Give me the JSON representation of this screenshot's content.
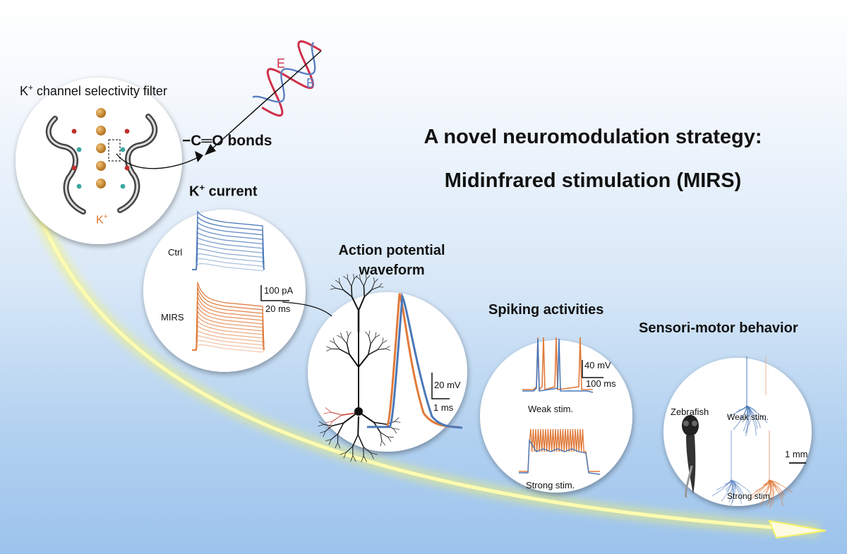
{
  "title": {
    "line1": "A novel neuromodulation strategy:",
    "line2": "Midinfrared stimulation (MIRS)"
  },
  "selectivity_filter": {
    "label_prefix": "K",
    "label_sup": "+",
    "label_suffix": " channel selectivity filter",
    "ion_label": "K",
    "ion_sup": "+"
  },
  "wave": {
    "e_label": "E",
    "b_label": "B"
  },
  "bond": {
    "label": "−C═O bonds"
  },
  "k_current": {
    "title_prefix": "K",
    "title_sup": "+",
    "title_suffix": " current",
    "ctrl_label": "Ctrl",
    "mirs_label": "MIRS",
    "scale_current": "100 pA",
    "scale_time": "20 ms"
  },
  "action_potential": {
    "title_line1": "Action potential",
    "title_line2": "waveform",
    "scale_voltage": "20 mV",
    "scale_time": "1 ms"
  },
  "spiking": {
    "title": "Spiking activities",
    "scale_voltage": "40 mV",
    "scale_time": "100 ms",
    "weak_label": "Weak stim.",
    "strong_label": "Strong stim."
  },
  "behavior": {
    "title": "Sensori-motor behavior",
    "zebrafish_label": "Zebrafish",
    "weak_label": "Weak stim.",
    "strong_label": "Strong stim.",
    "scale_length": "1 mm"
  },
  "colors": {
    "ctrl": "#4a78b8",
    "mirs": "#e07a3a",
    "e_field": "#d0304a",
    "b_field": "#5a7fc0",
    "potassium": "#c98a2c",
    "arrow_glow": "#f6f36a"
  }
}
